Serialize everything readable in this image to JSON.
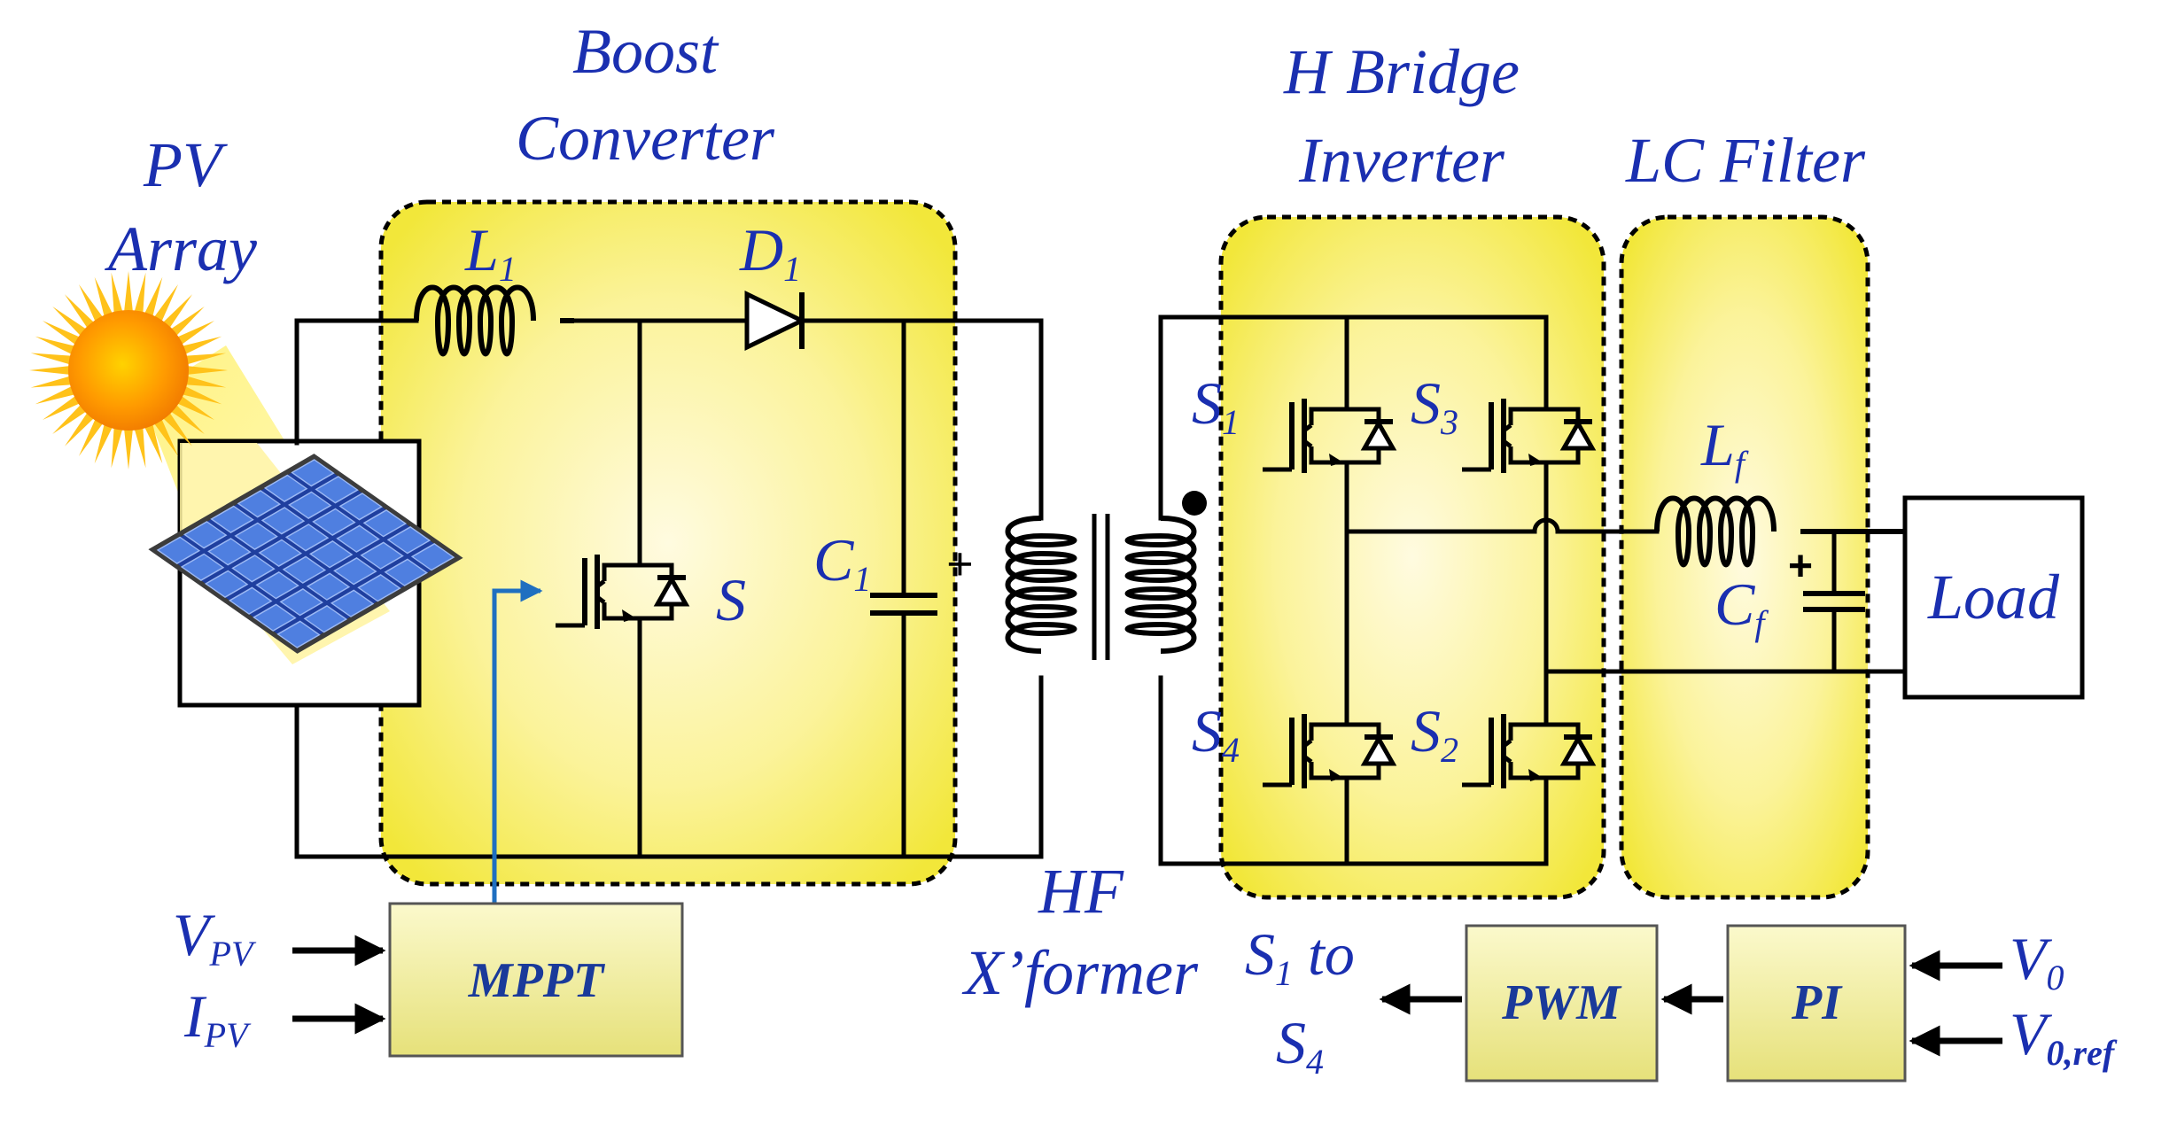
{
  "sections": {
    "pv_array": [
      "PV",
      "Array"
    ],
    "boost_converter": [
      "Boost",
      "Converter"
    ],
    "h_bridge": [
      "H Bridge",
      "Inverter"
    ],
    "lc_filter": "LC Filter",
    "transformer": [
      "HF",
      "X’former"
    ]
  },
  "components": {
    "L1": {
      "main": "L",
      "sub": "1"
    },
    "D1": {
      "main": "D",
      "sub": "1"
    },
    "S": {
      "main": "S"
    },
    "C1": {
      "main": "C",
      "sub": "1"
    },
    "S1": {
      "main": "S",
      "sub": "1"
    },
    "S2": {
      "main": "S",
      "sub": "2"
    },
    "S3": {
      "main": "S",
      "sub": "3"
    },
    "S4": {
      "main": "S",
      "sub": "4"
    },
    "Lf": {
      "main": "L",
      "sub": "f"
    },
    "Cf": {
      "main": "C",
      "sub": "f"
    },
    "polarity": "+"
  },
  "blocks": {
    "mppt": "MPPT",
    "pwm": "PWM",
    "pi": "PI",
    "load": "Load"
  },
  "signals": {
    "vpv": {
      "main": "V",
      "sub": "PV"
    },
    "ipv": {
      "main": "I",
      "sub": "PV"
    },
    "v0": {
      "main": "V",
      "sub": "0"
    },
    "v0ref": {
      "main": "V",
      "sub": "0,ref"
    },
    "s1_to": {
      "main": "S",
      "sub": "1",
      "tail": " to"
    },
    "s4": {
      "main": "S",
      "sub": "4"
    }
  },
  "colors": {
    "label_blue": "#1a2fb0",
    "region_yellow": "#f5ee3a",
    "block_yellow": "#f1ec8c",
    "signal_blue": "#1f6fc0",
    "panel_blue": "#2f56c8"
  }
}
